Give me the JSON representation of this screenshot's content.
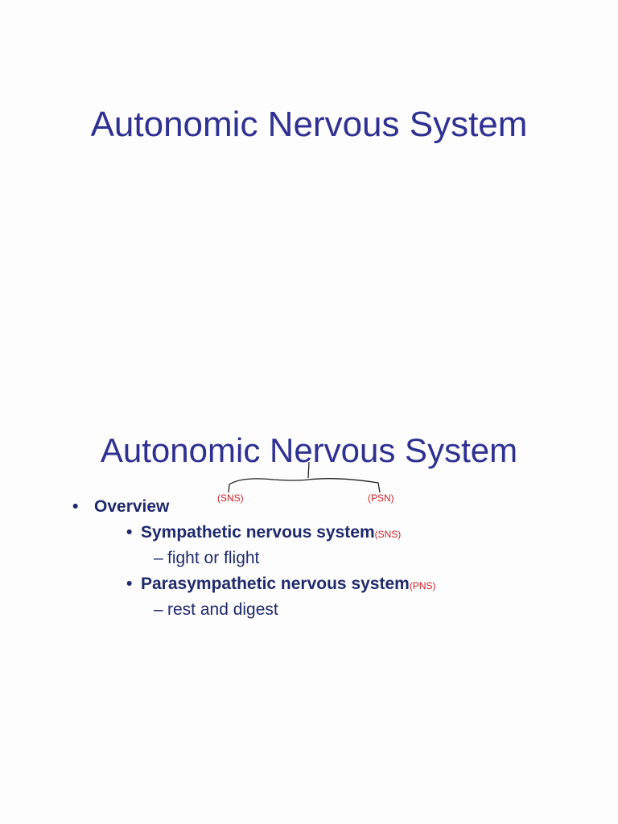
{
  "slide1": {
    "title": "Autonomic Nervous System"
  },
  "slide2": {
    "title": "Autonomic Nervous System",
    "annotations": {
      "left": "(SNS)",
      "right": "(PSN)"
    },
    "bullets": {
      "overview": "Overview",
      "sympathetic": {
        "label": "Sympathetic nervous system",
        "abbr": "(SNS)",
        "sub": "fight or flight"
      },
      "parasympathetic": {
        "label": "Parasympathetic nervous system",
        "abbr": "(PNS)",
        "sub": "rest and digest"
      }
    },
    "bullet_chars": {
      "dot": "•",
      "dash": "–"
    }
  }
}
